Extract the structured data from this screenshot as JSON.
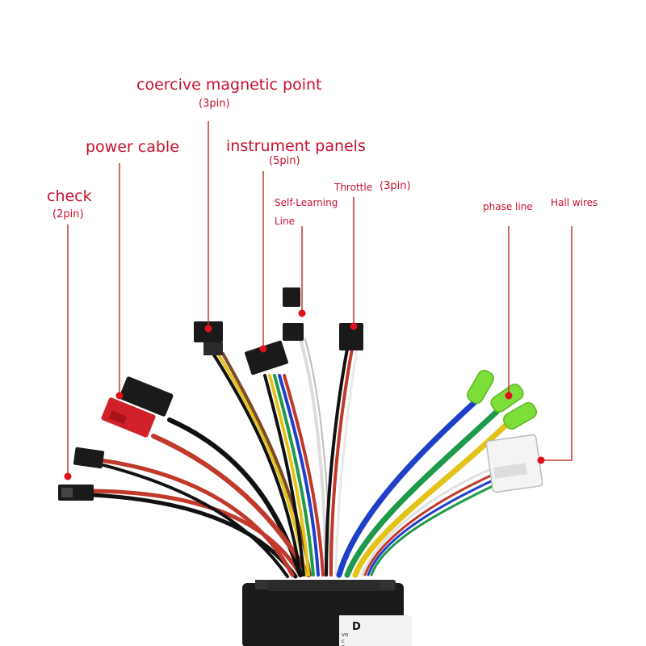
{
  "labels": {
    "check": "check",
    "check_pins": "(2pin)",
    "power": "power cable",
    "coercive": "coercive magnetic point",
    "coercive_pins": "(3pin)",
    "instrument": "instrument panels",
    "instrument_pins": "(5pin)",
    "self_learning_1": "Self-Learning",
    "self_learning_2": "Line",
    "throttle": "Throttle",
    "throttle_pins": "(3pin)",
    "phase": "phase line",
    "hall": "Hall wires"
  },
  "controller_text": [
    "D",
    "vo",
    "c",
    "c"
  ],
  "colors": {
    "label": "#c8102e",
    "marker": "#e0101e",
    "wire_red": "#c0392b",
    "wire_black": "#111111",
    "wire_yellow": "#e3c21a",
    "wire_blue": "#1e40c8",
    "wire_green": "#1e9a4a",
    "wire_white": "#e8e8e8",
    "wire_brown": "#7a4a2a",
    "tube_green": "#7dde3a",
    "connector_red": "#d0202a"
  }
}
